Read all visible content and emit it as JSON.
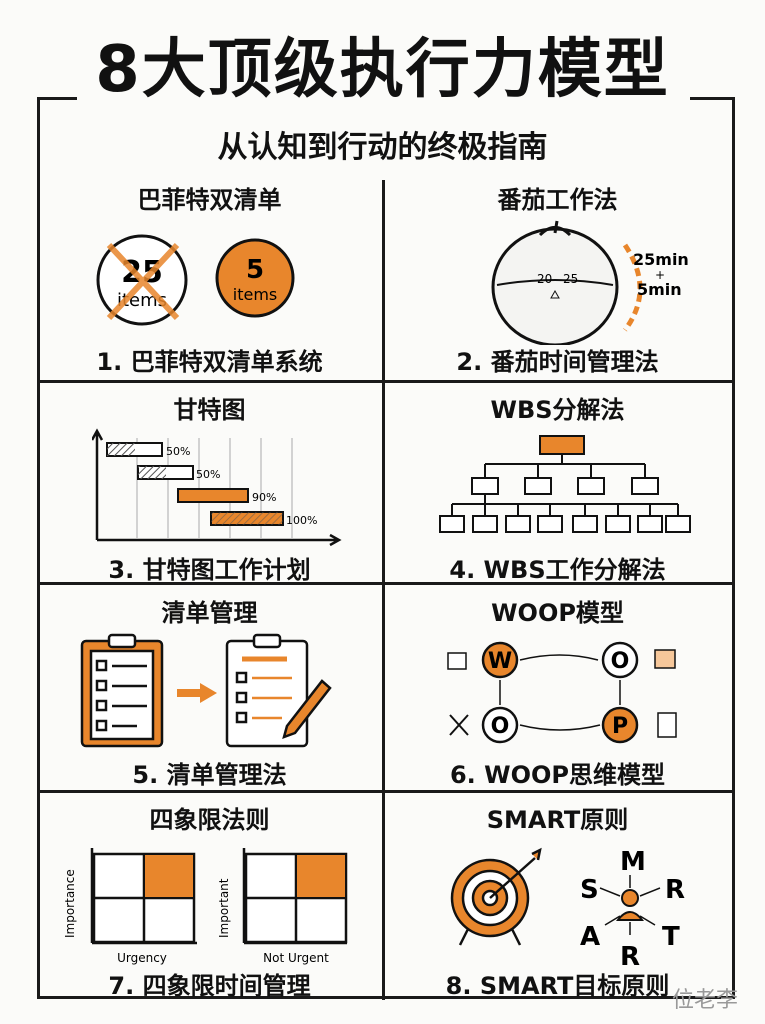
{
  "title": "8大顶级执行力模型",
  "subtitle": "从认知到行动的终极指南",
  "accent": "#e8862c",
  "models": [
    {
      "heading": "巴菲特双清单",
      "footer": "1. 巴菲特双清单系统",
      "left_num": "25",
      "left_unit": "items",
      "right_num": "5",
      "right_unit": "items"
    },
    {
      "heading": "番茄工作法",
      "footer": "2. 番茄时间管理法",
      "dial_a": "20",
      "dial_b": "25",
      "work": "25min",
      "plus": "+",
      "rest": "5min"
    },
    {
      "heading": "甘特图",
      "footer": "3. 甘特图工作计划",
      "bars": [
        {
          "progress": "50%"
        },
        {
          "progress": "50%"
        },
        {
          "progress": "90%"
        },
        {
          "progress": "100%"
        }
      ]
    },
    {
      "heading": "WBS分解法",
      "footer": "4. WBS工作分解法"
    },
    {
      "heading": "清单管理",
      "footer": "5. 清单管理法"
    },
    {
      "heading": "WOOP模型",
      "footer": "6. WOOP思维模型",
      "nodes": [
        "W",
        "O",
        "P",
        "O"
      ]
    },
    {
      "heading": "四象限法则",
      "footer": "7. 四象限时间管理",
      "left_y": "Importance",
      "left_x": "Urgency",
      "right_y": "Important",
      "right_x": "Not Urgent"
    },
    {
      "heading": "SMART原则",
      "footer": "8. SMART目标原则",
      "letters": [
        "S",
        "M",
        "R",
        "A",
        "R",
        "T"
      ]
    }
  ],
  "watermark": "位老李"
}
